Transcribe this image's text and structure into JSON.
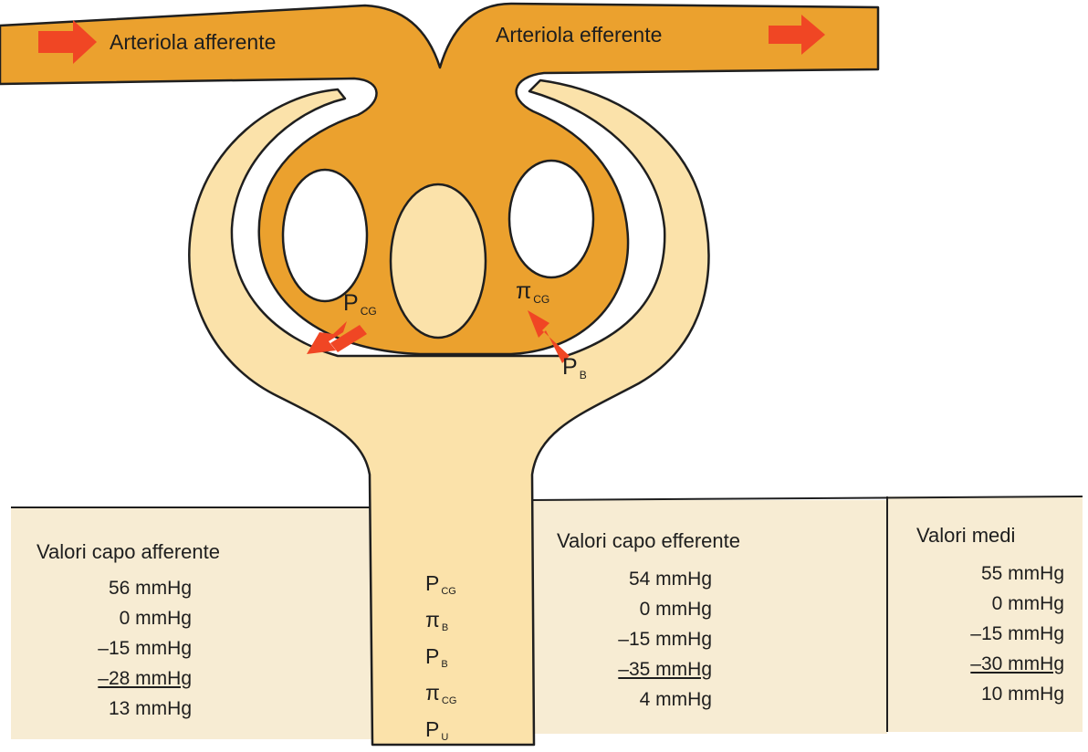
{
  "vessels": {
    "afferent_label": "Arteriola afferente",
    "efferent_label": "Arteriola efferente"
  },
  "forces": {
    "pcg": {
      "main": "P",
      "sub": "CG"
    },
    "picg": {
      "main": "π",
      "sub": "CG"
    },
    "pb": {
      "main": "P",
      "sub": "B"
    }
  },
  "column_symbols": [
    {
      "main": "P",
      "sub": "CG"
    },
    {
      "main": "π",
      "sub": "B"
    },
    {
      "main": "P",
      "sub": "B"
    },
    {
      "main": "π",
      "sub": "CG"
    },
    {
      "main": "P",
      "sub": "U"
    }
  ],
  "tables": {
    "afferent": {
      "title": "Valori capo afferente",
      "rows": [
        "56 mmHg",
        "0 mmHg",
        "–15 mmHg",
        "–28 mmHg",
        "13 mmHg"
      ]
    },
    "efferent": {
      "title": "Valori capo efferente",
      "rows": [
        "54 mmHg",
        "0 mmHg",
        "–15 mmHg",
        "–35 mmHg",
        "4 mmHg"
      ]
    },
    "mean": {
      "title": "Valori medi",
      "rows": [
        "55 mmHg",
        "0 mmHg",
        "–15 mmHg",
        "–30 mmHg",
        "10 mmHg"
      ]
    }
  },
  "colors": {
    "capsule": "#fbe2aa",
    "vessel": "#eba12e",
    "panel": "#f7ecd3",
    "arrow": "#f04624",
    "outline": "#1f1f1f"
  }
}
